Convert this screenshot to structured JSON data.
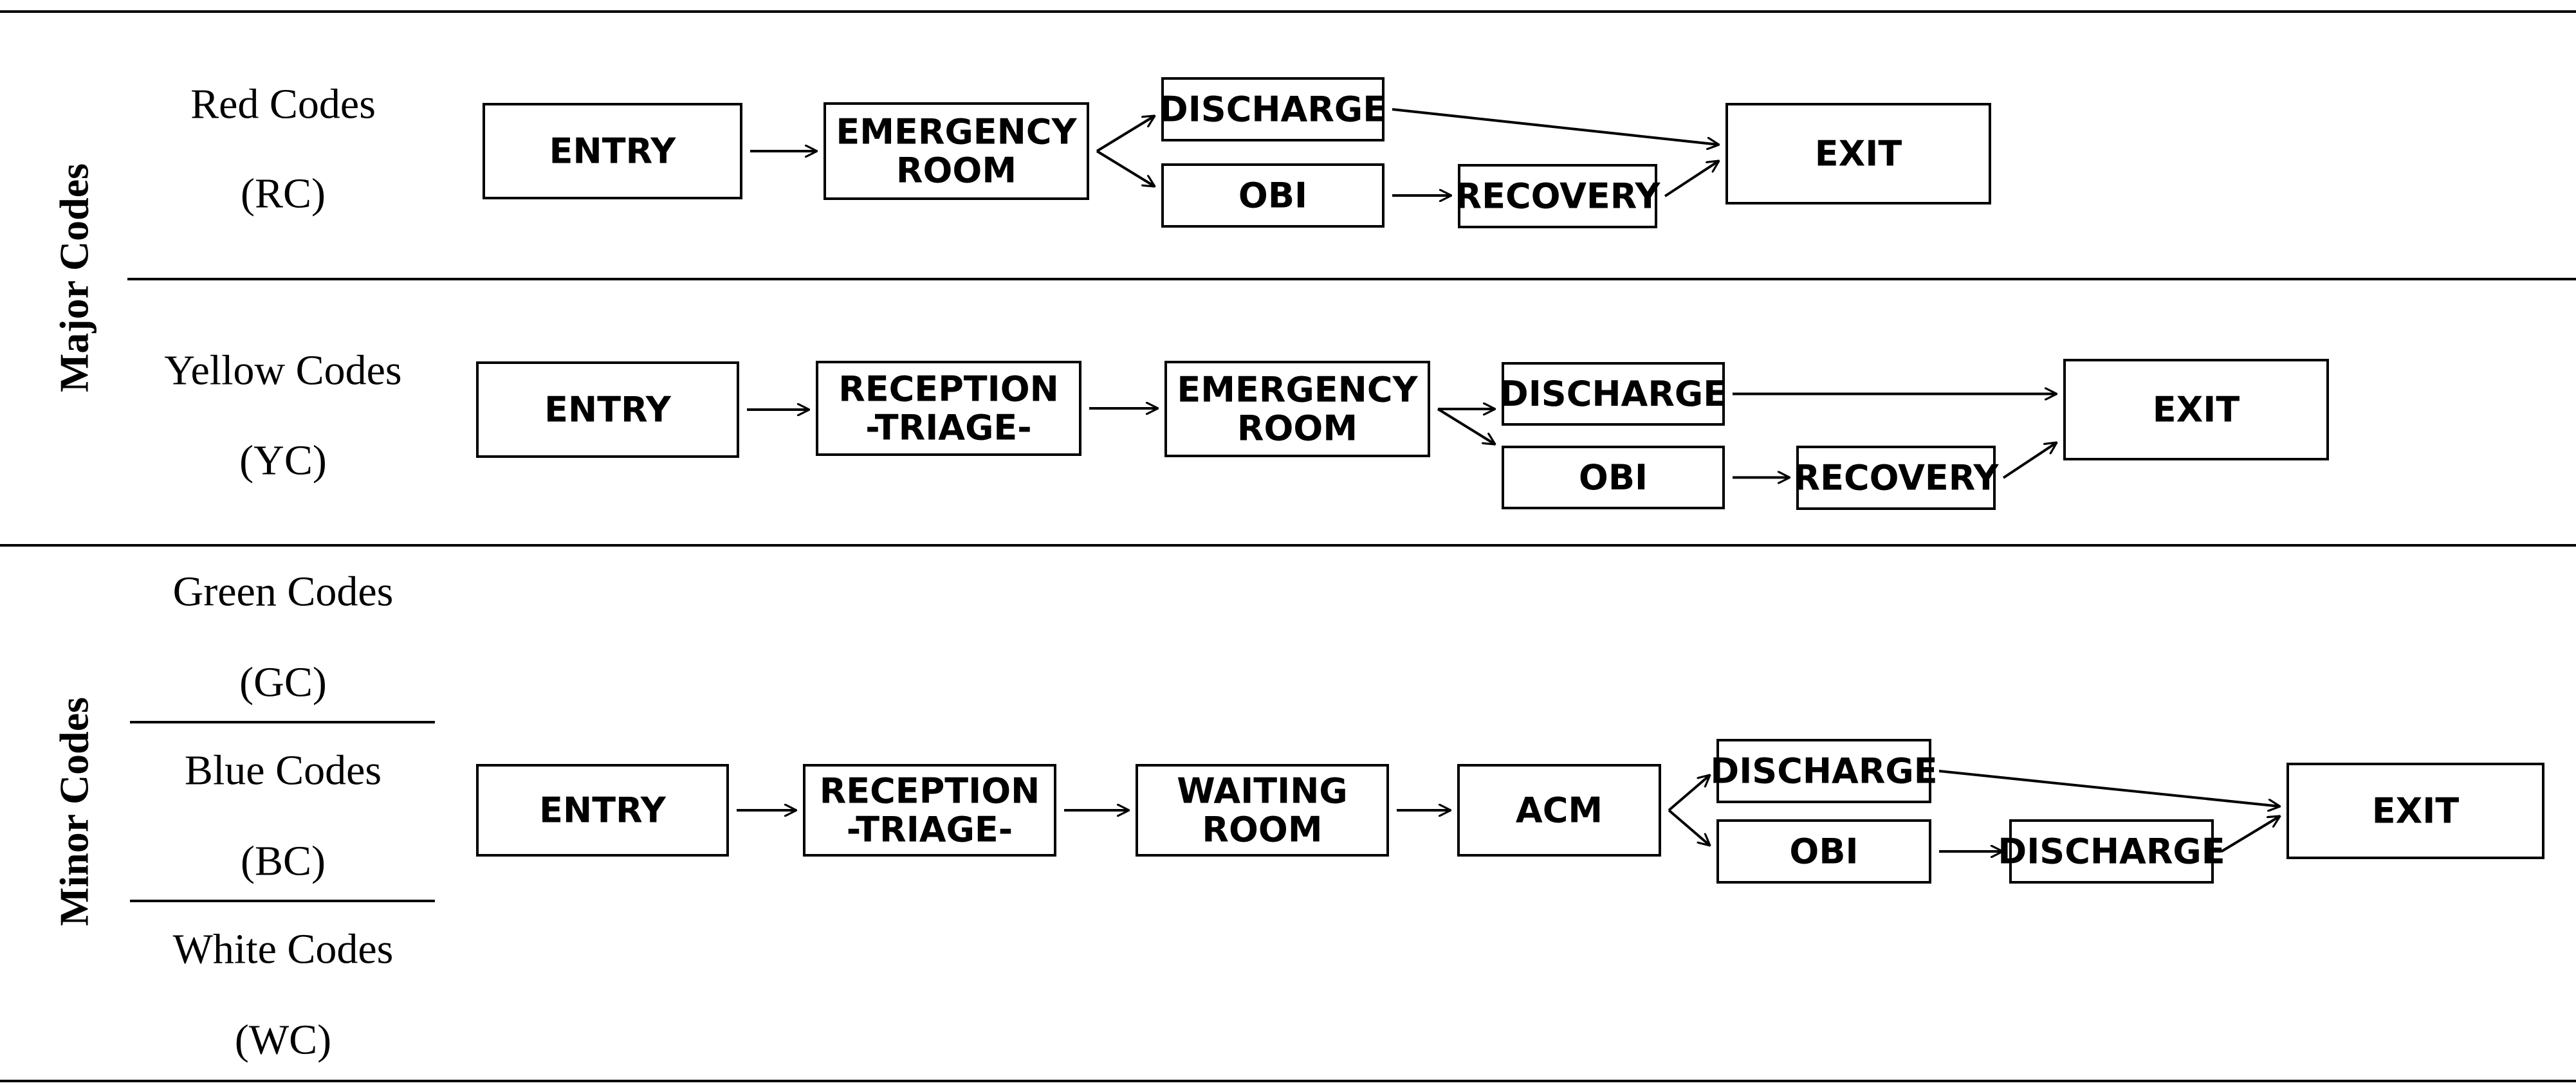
{
  "groups": [
    {
      "label": "Major Codes"
    },
    {
      "label": "Minor Codes"
    }
  ],
  "rows": [
    {
      "codes": [
        {
          "name": "Red Codes",
          "abbr": "(RC)"
        }
      ]
    },
    {
      "codes": [
        {
          "name": "Yellow Codes",
          "abbr": "(YC)"
        }
      ]
    },
    {
      "codes": [
        {
          "name": "Green Codes",
          "abbr": "(GC)"
        },
        {
          "name": "Blue Codes",
          "abbr": "(BC)"
        },
        {
          "name": "White Codes",
          "abbr": "(WC)"
        }
      ]
    }
  ],
  "nodes": {
    "rc_entry": [
      "ENTRY"
    ],
    "rc_er": [
      "EMERGENCY",
      "ROOM"
    ],
    "rc_discharge": [
      "DISCHARGE"
    ],
    "rc_obi": [
      "OBI"
    ],
    "rc_recovery": [
      "RECOVERY"
    ],
    "rc_exit": [
      "EXIT"
    ],
    "yc_entry": [
      "ENTRY"
    ],
    "yc_reception": [
      "RECEPTION",
      "-TRIAGE-"
    ],
    "yc_er": [
      "EMERGENCY",
      "ROOM"
    ],
    "yc_discharge": [
      "DISCHARGE"
    ],
    "yc_obi": [
      "OBI"
    ],
    "yc_recovery": [
      "RECOVERY"
    ],
    "yc_exit": [
      "EXIT"
    ],
    "mc_entry": [
      "ENTRY"
    ],
    "mc_reception": [
      "RECEPTION",
      "-TRIAGE-"
    ],
    "mc_waiting": [
      "WAITING",
      "ROOM"
    ],
    "mc_acm": [
      "ACM"
    ],
    "mc_discharge": [
      "DISCHARGE"
    ],
    "mc_obi": [
      "OBI"
    ],
    "mc_discharge2": [
      "DISCHARGE"
    ],
    "mc_exit": [
      "EXIT"
    ]
  },
  "edges": [
    [
      "rc_entry",
      "rc_er"
    ],
    [
      "rc_er",
      "rc_discharge"
    ],
    [
      "rc_er",
      "rc_obi"
    ],
    [
      "rc_discharge",
      "rc_exit"
    ],
    [
      "rc_obi",
      "rc_recovery"
    ],
    [
      "rc_recovery",
      "rc_exit"
    ],
    [
      "yc_entry",
      "yc_reception"
    ],
    [
      "yc_reception",
      "yc_er"
    ],
    [
      "yc_er",
      "yc_discharge"
    ],
    [
      "yc_er",
      "yc_obi"
    ],
    [
      "yc_discharge",
      "yc_exit"
    ],
    [
      "yc_obi",
      "yc_recovery"
    ],
    [
      "yc_recovery",
      "yc_exit"
    ],
    [
      "mc_entry",
      "mc_reception"
    ],
    [
      "mc_reception",
      "mc_waiting"
    ],
    [
      "mc_waiting",
      "mc_acm"
    ],
    [
      "mc_acm",
      "mc_discharge"
    ],
    [
      "mc_acm",
      "mc_obi"
    ],
    [
      "mc_discharge",
      "mc_exit"
    ],
    [
      "mc_obi",
      "mc_discharge2"
    ],
    [
      "mc_discharge2",
      "mc_exit"
    ]
  ]
}
